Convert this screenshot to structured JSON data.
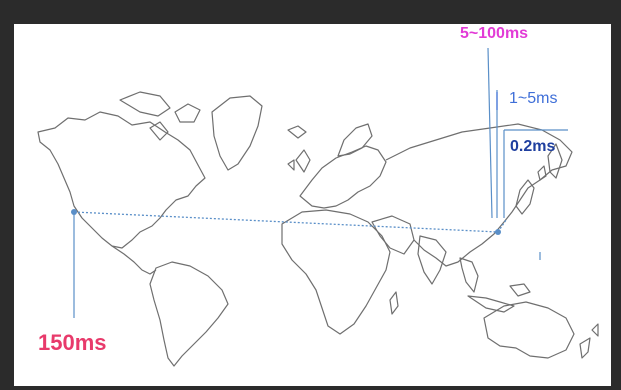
{
  "labels": {
    "latency_regional": "5~100ms",
    "latency_metro": "1~5ms",
    "latency_local": "0.2ms",
    "latency_intercontinental": "150ms"
  },
  "colors": {
    "regional": "#e23bd6",
    "metro": "#3f6fd8",
    "local": "#1f3f9f",
    "intercontinental": "#e83a6b",
    "route": "#5a8fc8",
    "coastline": "#6f6f6f",
    "frame": "#2b2b2b"
  }
}
